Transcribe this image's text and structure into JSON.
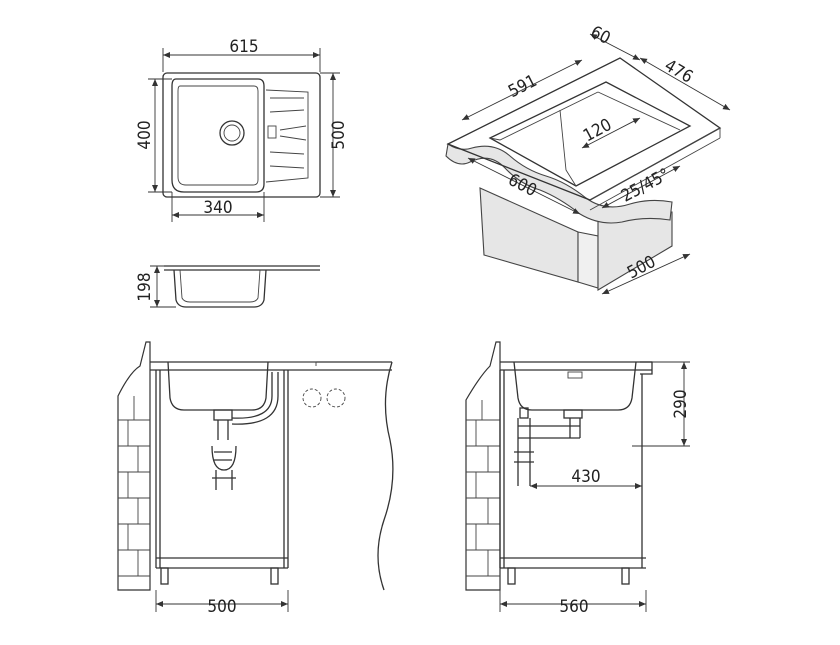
{
  "drawing": {
    "top_view": {
      "width": "615",
      "height": "400",
      "depth_outer": "500",
      "bowl_width": "340"
    },
    "side_view": {
      "bowl_depth": "198"
    },
    "install_3d": {
      "d591": "591",
      "d60": "60",
      "d476": "476",
      "d120": "120",
      "d600": "600",
      "angle": "25/45°",
      "d500": "500"
    },
    "front_install": {
      "cabinet_width": "500"
    },
    "side_install": {
      "height": "290",
      "offset": "430",
      "cabinet_depth": "560"
    }
  }
}
